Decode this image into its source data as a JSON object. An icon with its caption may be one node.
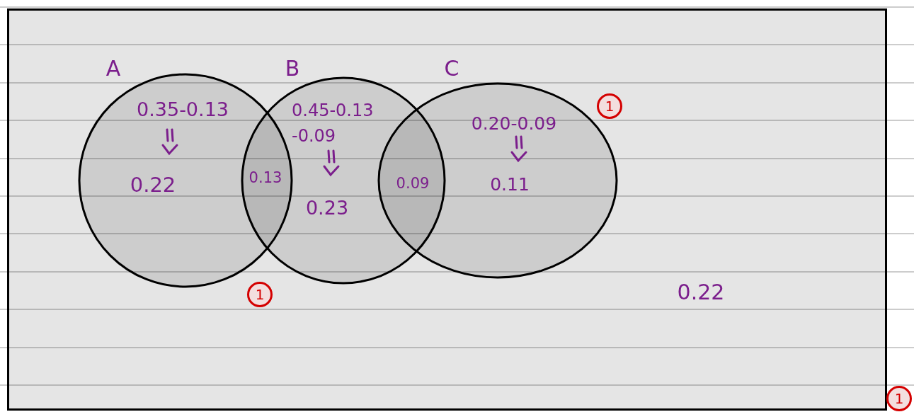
{
  "diagram": {
    "nodes": [
      {
        "text": [
          "0.22"
        ]
      },
      {
        "text": [
          "A",
          "0.35-0.13",
          "0.22"
        ],
        "in": 0
      },
      {
        "text": [
          "B",
          "0.45-0.13 -0.09",
          "0.23"
        ],
        "in": 0
      },
      {
        "text": [
          "C",
          "0.20-0.09",
          "0.11"
        ],
        "in": 0
      }
    ],
    "labels": [
      "1",
      "0.13",
      "0.09",
      "1",
      "1"
    ]
  }
}
